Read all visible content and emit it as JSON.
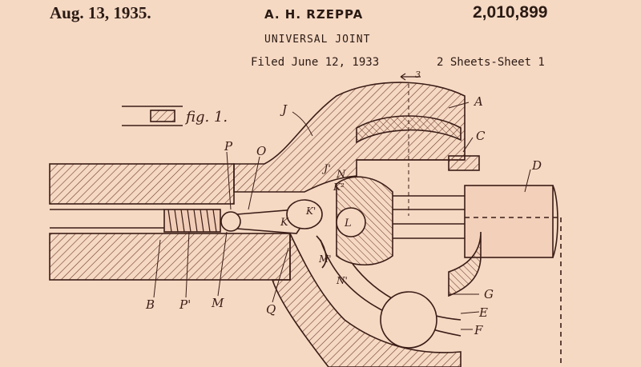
{
  "header": {
    "date": "Aug. 13, 1935.",
    "inventor": "A. H. RZEPPA",
    "patent_number": "2,010,899",
    "title": "UNIVERSAL JOINT",
    "filed": "Filed June 12, 1933",
    "sheets": "2 Sheets-Sheet 1"
  },
  "figure": {
    "figure_label": "fig. 1.",
    "section_marker": "3",
    "labels": [
      "A",
      "C",
      "D",
      "J",
      "P",
      "O",
      "J'",
      "N",
      "K",
      "K'",
      "K²",
      "L",
      "M",
      "M'",
      "N'",
      "B",
      "P'",
      "Q",
      "G",
      "E",
      "F"
    ]
  },
  "colors": {
    "paper": "#f6d9c3",
    "ink": "#3a1d16",
    "hatch": "#6b3a2e"
  }
}
